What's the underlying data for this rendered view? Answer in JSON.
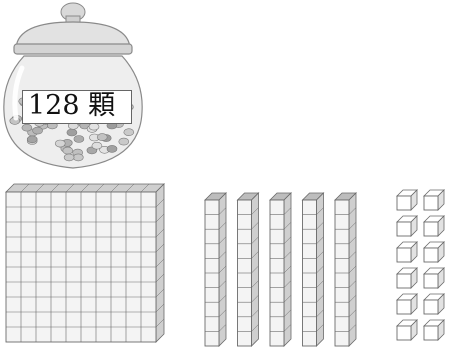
{
  "jar": {
    "label": "128 顆",
    "count": 128
  },
  "blocks": {
    "hundreds": 1,
    "tens": 5,
    "ones": 12
  },
  "colors": {
    "jar_glass": "#e6e6e6",
    "jar_outline": "#8a8a8a",
    "bead": "#bdbdbd",
    "block_face": "#f4f4f4",
    "block_side": "#cfcfcf",
    "block_line": "#6a6a6a"
  }
}
